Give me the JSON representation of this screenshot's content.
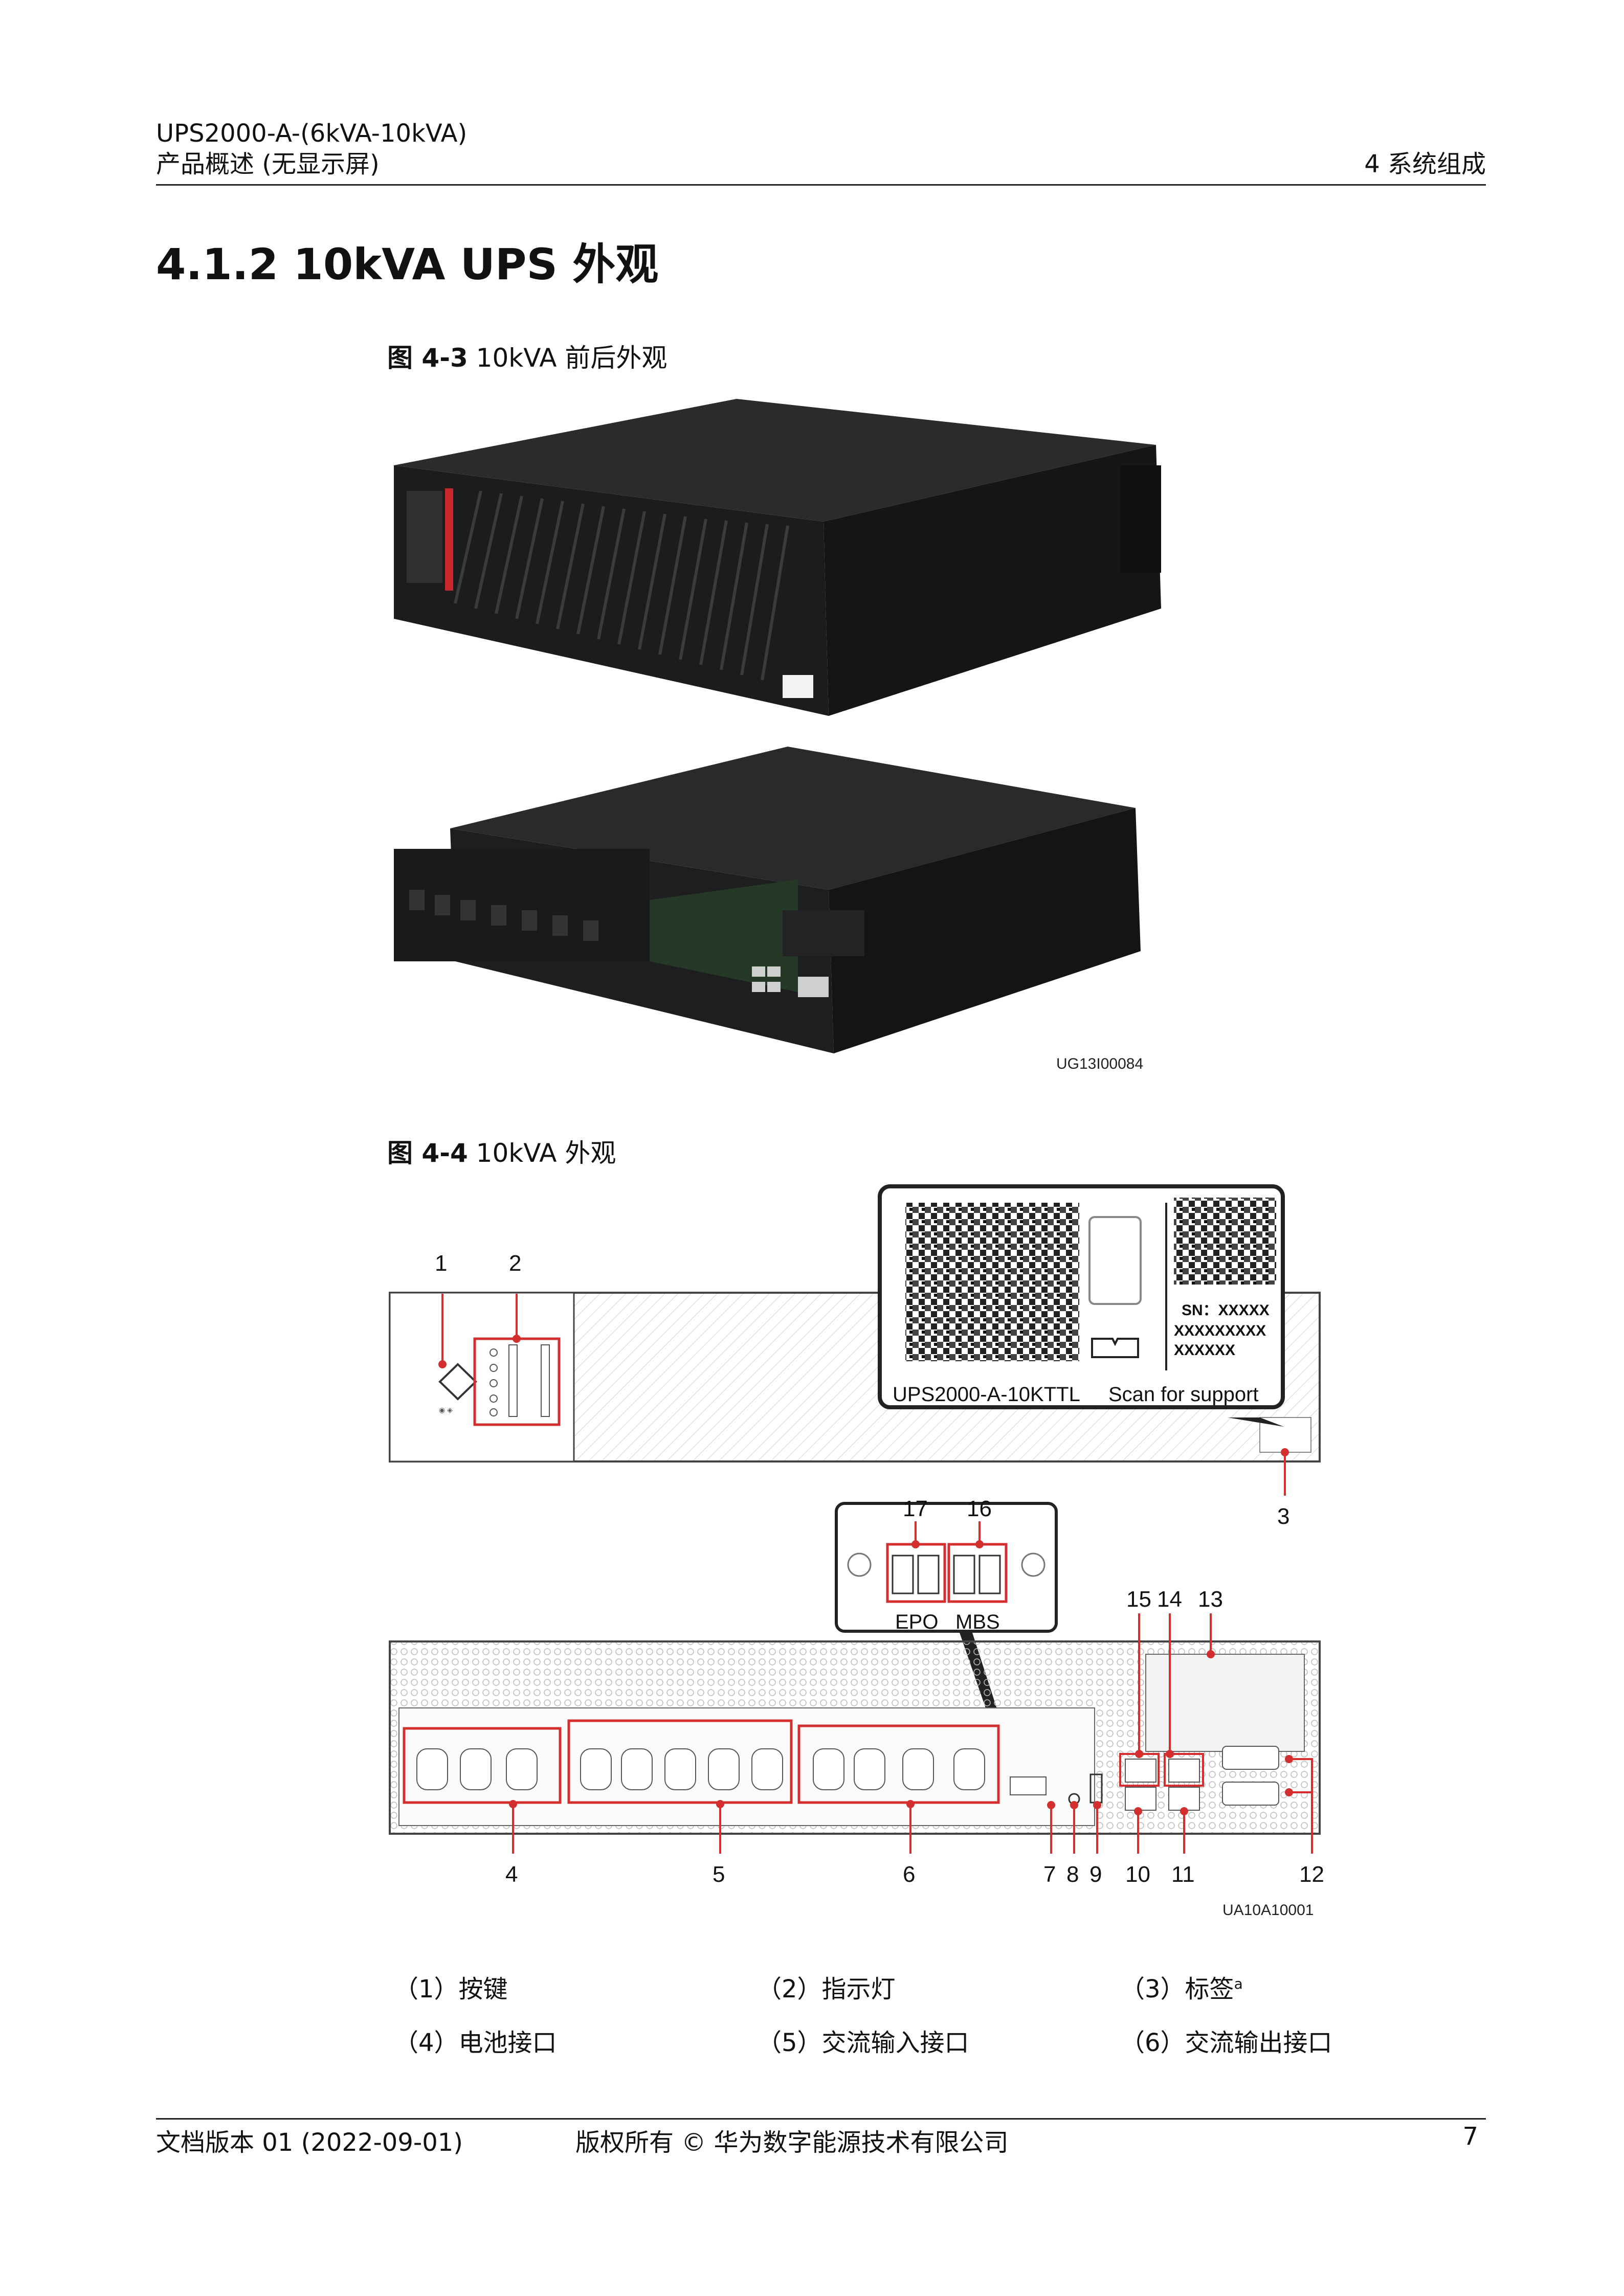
{
  "header": {
    "product": "UPS2000-A-(6kVA-10kVA)",
    "subtitle": "产品概述 (无显示屏)",
    "chapter": "4 系统组成"
  },
  "section": {
    "title": "4.1.2 10kVA UPS 外观"
  },
  "figure_4_3": {
    "label": "图 4-3",
    "caption": "10kVA 前后外观",
    "image_code": "UG13I00084"
  },
  "figure_4_4": {
    "label": "图 4-4",
    "caption": "10kVA 外观",
    "image_code": "UA10A10001",
    "callouts": [
      "1",
      "2",
      "3",
      "4",
      "5",
      "6",
      "7",
      "8",
      "9",
      "10",
      "11",
      "12",
      "13",
      "14",
      "15",
      "16",
      "17"
    ],
    "label_text": {
      "model": "UPS2000-A-10KTTL",
      "support": "Scan for support",
      "sn_line1": "SN：XXXXX",
      "sn_line2": "XXXXXXXXX",
      "sn_line3": "XXXXXX"
    },
    "port_text": {
      "epo": "EPO",
      "mbs": "MBS"
    }
  },
  "legend": [
    {
      "num": "（1）",
      "text": "按键"
    },
    {
      "num": "（2）",
      "text": "指示灯"
    },
    {
      "num": "（3）",
      "text": "标签",
      "sup": "a"
    },
    {
      "num": "（4）",
      "text": "电池接口"
    },
    {
      "num": "（5）",
      "text": "交流输入接口"
    },
    {
      "num": "（6）",
      "text": "交流输出接口"
    }
  ],
  "footer": {
    "version": "文档版本 01 (2022-09-01)",
    "copyright": "版权所有 © 华为数字能源技术有限公司",
    "page": "7"
  }
}
